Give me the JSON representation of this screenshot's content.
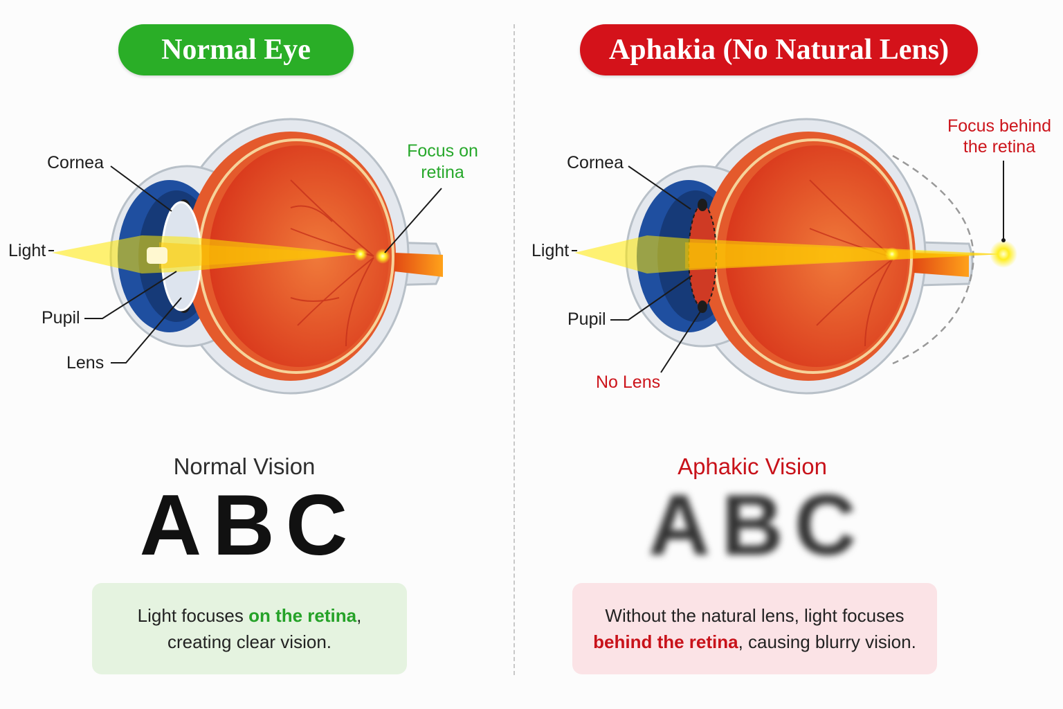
{
  "left_panel": {
    "title": "Normal Eye",
    "title_color": "#2aae27",
    "labels": {
      "cornea": "Cornea",
      "light": "Light",
      "pupil": "Pupil",
      "lens": "Lens",
      "focus_line1": "Focus on",
      "focus_line2": "retina"
    },
    "vision_title": "Normal Vision",
    "letters": "ABC",
    "description": {
      "part1": "Light focuses ",
      "highlight": "on the retina",
      "part2": ",",
      "line2": "creating clear vision."
    }
  },
  "right_panel": {
    "title": "Aphakia (No Natural Lens)",
    "title_color": "#d4121a",
    "labels": {
      "cornea": "Cornea",
      "light": "Light",
      "pupil": "Pupil",
      "no_lens": "No Lens",
      "focus_line1": "Focus behind",
      "focus_line2": "the retina"
    },
    "vision_title": "Aphakic Vision",
    "letters": "ABC",
    "description": {
      "line1": "Without the natural lens, light focuses",
      "highlight": "behind the retina",
      "part2": ", causing blurry vision."
    }
  }
}
